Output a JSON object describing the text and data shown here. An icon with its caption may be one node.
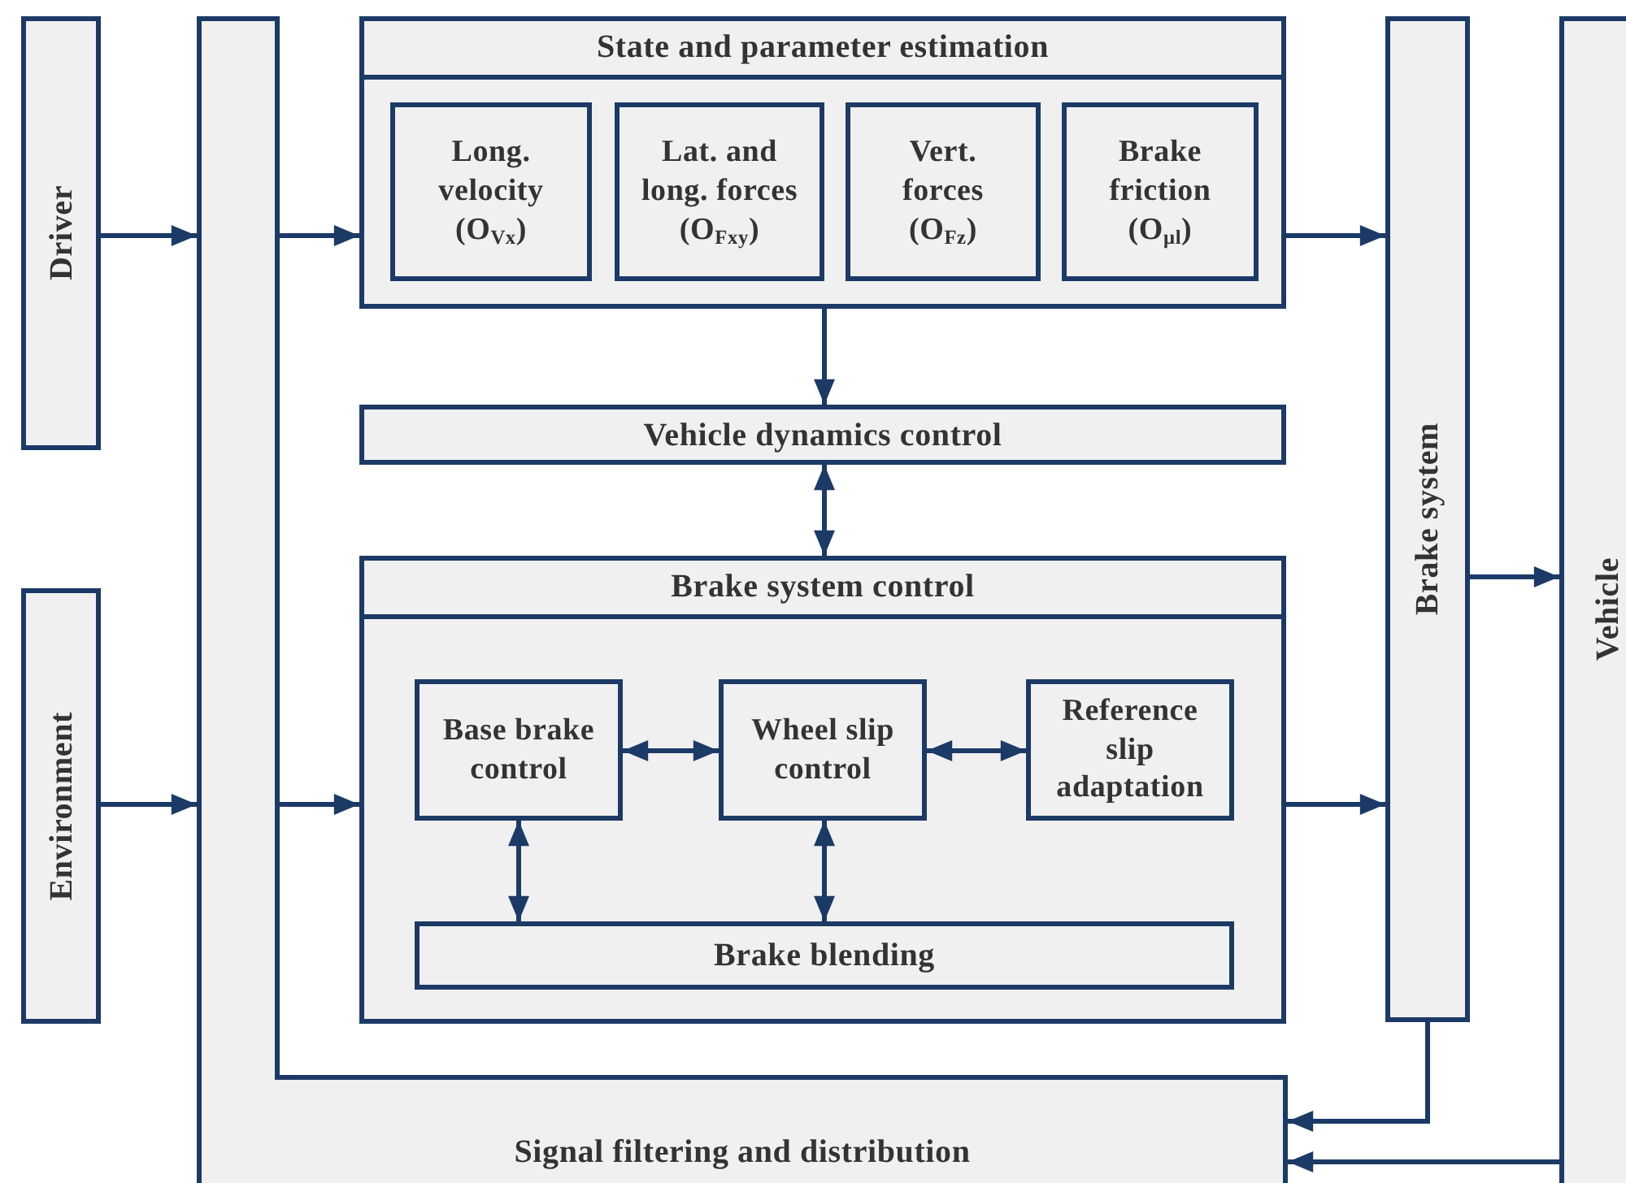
{
  "diagram": {
    "nodes": [
      {
        "text": [
          "Driver"
        ]
      },
      {
        "text": [
          "Environment"
        ]
      },
      {
        "text": [
          "Signal filtering and distribution"
        ]
      },
      {
        "text": [
          "State and parameter estimation"
        ]
      },
      {
        "text": [
          "Long. velocity (O$_{Vx}$)"
        ],
        "in": 3
      },
      {
        "text": [
          "Lat. and long. forces (O$_{Fxy}$)"
        ],
        "in": 3
      },
      {
        "text": [
          "Vert. forces (O$_{Fz}$)"
        ],
        "in": 3
      },
      {
        "text": [
          "Brake friction (O$_{μl}$)"
        ],
        "in": 3
      },
      {
        "text": [
          "Vehicle dynamics control"
        ]
      },
      {
        "text": [
          "Brake system control"
        ]
      },
      {
        "text": [
          "Base brake control"
        ],
        "in": 9
      },
      {
        "text": [
          "Wheel slip control"
        ],
        "in": 9
      },
      {
        "text": [
          "Reference slip adaptation"
        ],
        "in": 9
      },
      {
        "text": [
          "Brake blending"
        ],
        "in": 9
      },
      {
        "text": [
          "Brake system"
        ]
      },
      {
        "text": [
          "Vehicle"
        ]
      }
    ],
    "edges": [
      {
        "from": 0,
        "to": 2,
        "arrow": "to"
      },
      {
        "from": 1,
        "to": 2,
        "arrow": "to"
      },
      {
        "from": 2,
        "to": 3,
        "arrow": "to"
      },
      {
        "from": 2,
        "to": 9,
        "arrow": "to"
      },
      {
        "from": 3,
        "to": 8,
        "arrow": "to"
      },
      {
        "from": 8,
        "to": 9,
        "arrow": "both"
      },
      {
        "from": 10,
        "to": 11,
        "arrow": "both"
      },
      {
        "from": 11,
        "to": 12,
        "arrow": "both"
      },
      {
        "from": 10,
        "to": 13,
        "arrow": "both"
      },
      {
        "from": 11,
        "to": 13,
        "arrow": "both"
      },
      {
        "from": 3,
        "to": 14,
        "arrow": "to"
      },
      {
        "from": 9,
        "to": 14,
        "arrow": "to"
      },
      {
        "from": 14,
        "to": 15,
        "arrow": "to"
      },
      {
        "from": 14,
        "to": 2,
        "arrow": "to"
      },
      {
        "from": 15,
        "to": 2,
        "arrow": "to"
      }
    ]
  }
}
